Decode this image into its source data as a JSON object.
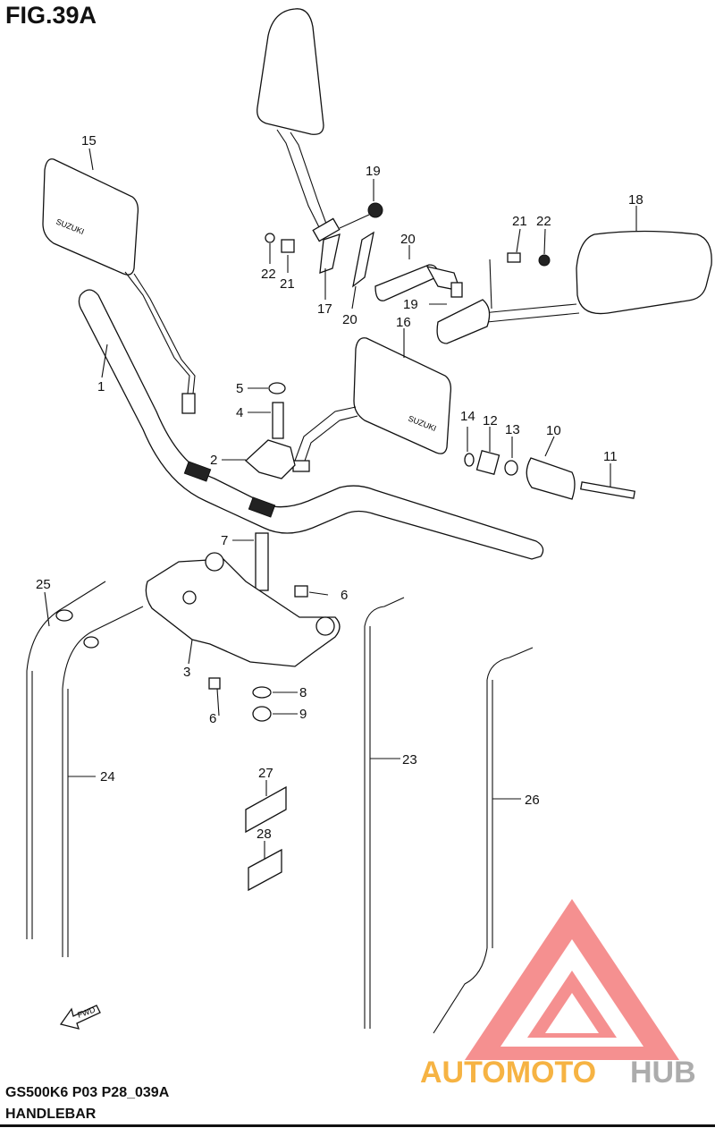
{
  "figure": {
    "title": "FIG.39A",
    "model_code": "GS500K6 P03 P28_039A",
    "section_name": "HANDLEBAR"
  },
  "callouts": {
    "c1": "1",
    "c2": "2",
    "c3": "3",
    "c4": "4",
    "c5": "5",
    "c6a": "6",
    "c6b": "6",
    "c7": "7",
    "c8": "8",
    "c9": "9",
    "c10": "10",
    "c11": "11",
    "c12": "12",
    "c13": "13",
    "c14": "14",
    "c15": "15",
    "c16": "16",
    "c17": "17",
    "c18": "18",
    "c19a": "19",
    "c19b": "19",
    "c20a": "20",
    "c20b": "20",
    "c21a": "21",
    "c21b": "21",
    "c22a": "22",
    "c22b": "22",
    "c23": "23",
    "c24": "24",
    "c25": "25",
    "c26": "26",
    "c27": "27",
    "c28": "28"
  },
  "mirror_brand": "SUZUKI",
  "fwd_arrow_label": "FWD",
  "watermark": {
    "part1": "AUTOMOTO",
    "part2": "HUB",
    "color_primary": "#f5a623",
    "color_secondary": "#9e9e9e",
    "logo_color": "#f26b6b"
  }
}
